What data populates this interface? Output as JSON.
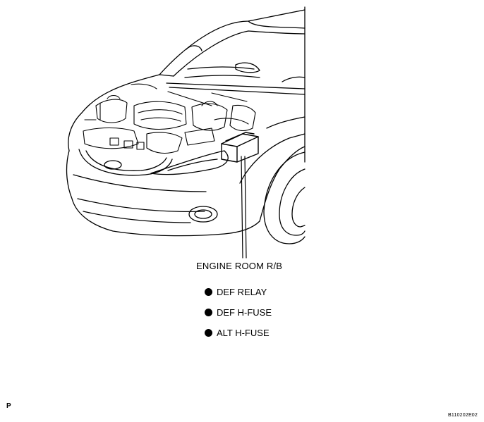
{
  "diagram": {
    "callout_label": "ENGINE ROOM R/B",
    "components": [
      {
        "label": "DEF RELAY"
      },
      {
        "label": "DEF H-FUSE"
      },
      {
        "label": "ALT H-FUSE"
      }
    ],
    "page_marker": "P",
    "figure_code": "B110202E02",
    "line_color": "#000000",
    "background_color": "#ffffff"
  }
}
